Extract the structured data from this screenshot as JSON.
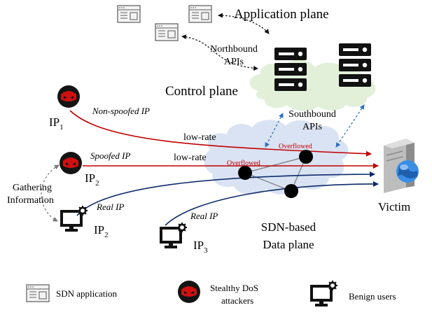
{
  "planes": {
    "application": "Application plane",
    "control": "Control plane",
    "data_line1": "SDN-based",
    "data_line2": "Data plane"
  },
  "apis": {
    "northbound_1": "Northbound",
    "northbound_2": "APIs",
    "southbound_1": "Southbound",
    "southbound_2": "APIs"
  },
  "attackers": {
    "ip1": {
      "base": "IP",
      "sub": "1",
      "label": "Non-spoofed IP"
    },
    "ip2": {
      "base": "IP",
      "sub": "2",
      "label": "Spoofed IP"
    }
  },
  "benign": {
    "ip2": {
      "base": "IP",
      "sub": "2",
      "label": "Real IP"
    },
    "ip3": {
      "base": "IP",
      "sub": "3",
      "label": "Real IP"
    }
  },
  "flows": {
    "lowrate_1": "low-rate",
    "lowrate_2": "low-rate",
    "overflowed_1": "Overflowed",
    "overflowed_2": "Overflowed"
  },
  "gathering_1": "Gathering",
  "gathering_2": "Information",
  "victim": "Victim",
  "legend": {
    "sdn_app": "SDN application",
    "attackers_1": "Stealthy DoS",
    "attackers_2": "attackers",
    "benign": "Benign users"
  },
  "colors": {
    "attack_flow": "#c00000",
    "benign_flow": "#0d2a6b",
    "southbound_link": "#2e6fc0",
    "control_cloud": "#e2f0d9",
    "data_cloud": "#dae3f3"
  }
}
